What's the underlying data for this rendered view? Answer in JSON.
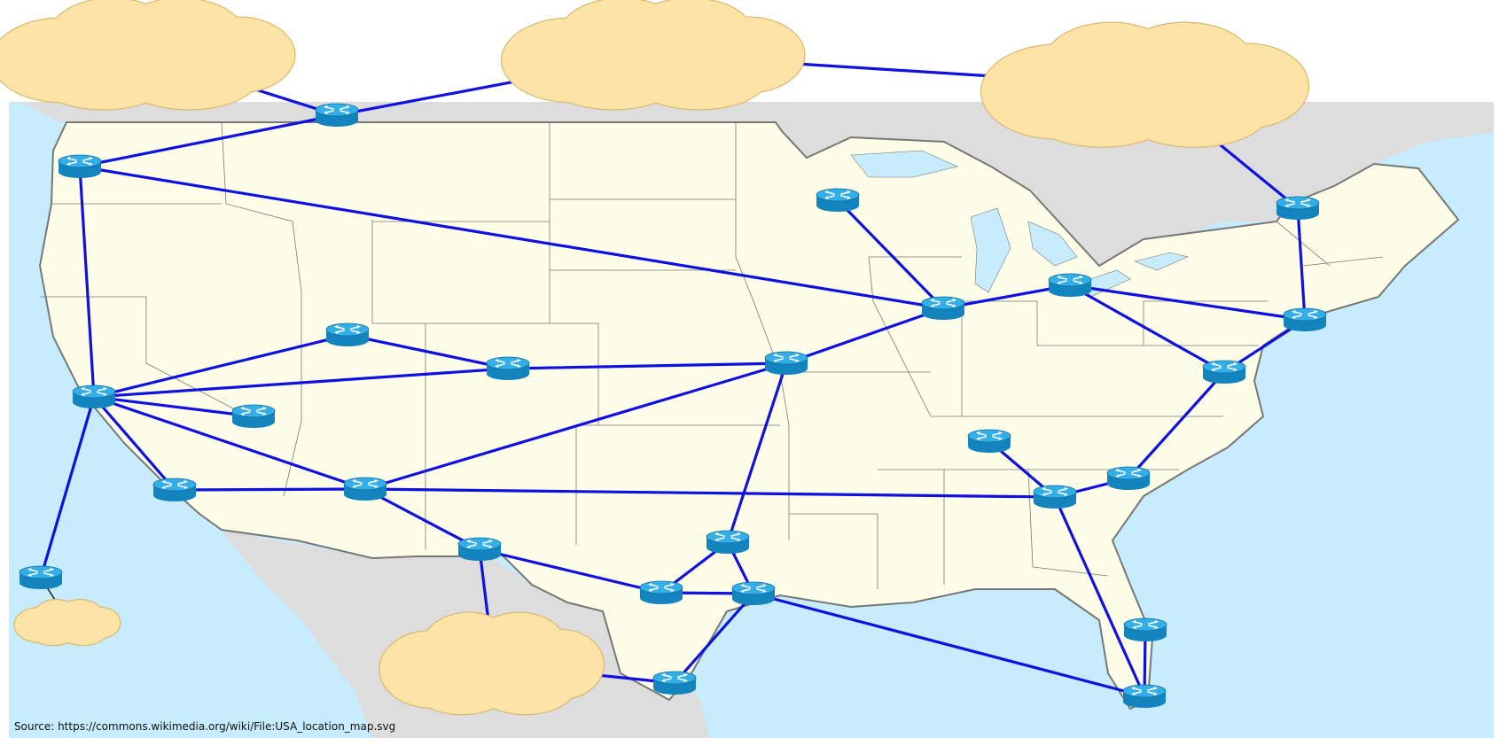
{
  "source_credit": "Source: https://commons.wikimedia.org/wiki/File:USA_location_map.svg",
  "colors": {
    "ocean": "#c6ecfd",
    "land": "#fefde8",
    "foreign_land": "#dddddd",
    "border": "#777777",
    "link": "#1010e0",
    "cloud_fill": "#fde3a6",
    "cloud_stroke": "#d8b870",
    "router_top": "#33aee6",
    "router_side": "#1484bf"
  },
  "icons": {
    "router": "router-icon",
    "cloud": "cloud-icon"
  },
  "routers": [
    {
      "id": "seattle"
    },
    {
      "id": "montana-north"
    },
    {
      "id": "sf-bay"
    },
    {
      "id": "los-angeles"
    },
    {
      "id": "hawaii"
    },
    {
      "id": "salt-lake"
    },
    {
      "id": "nevada"
    },
    {
      "id": "denver"
    },
    {
      "id": "phoenix"
    },
    {
      "id": "el-paso"
    },
    {
      "id": "kansas-city"
    },
    {
      "id": "minneapolis"
    },
    {
      "id": "chicago"
    },
    {
      "id": "detroit"
    },
    {
      "id": "dallas"
    },
    {
      "id": "austin"
    },
    {
      "id": "houston"
    },
    {
      "id": "san-antonio"
    },
    {
      "id": "nashville"
    },
    {
      "id": "atlanta"
    },
    {
      "id": "charlotte"
    },
    {
      "id": "washington"
    },
    {
      "id": "new-york"
    },
    {
      "id": "boston-north"
    },
    {
      "id": "orlando"
    },
    {
      "id": "miami"
    }
  ],
  "clouds": [
    {
      "id": "cloud-nw"
    },
    {
      "id": "cloud-north-central"
    },
    {
      "id": "cloud-ne"
    },
    {
      "id": "cloud-hawaii"
    },
    {
      "id": "cloud-mexico"
    }
  ],
  "links": [
    [
      "cloud-nw",
      "montana-north"
    ],
    [
      "montana-north",
      "cloud-north-central"
    ],
    [
      "montana-north",
      "seattle"
    ],
    [
      "cloud-north-central",
      "cloud-ne"
    ],
    [
      "cloud-ne",
      "boston-north"
    ],
    [
      "boston-north",
      "new-york"
    ],
    [
      "seattle",
      "chicago"
    ],
    [
      "seattle",
      "sf-bay"
    ],
    [
      "minneapolis",
      "chicago"
    ],
    [
      "chicago",
      "detroit"
    ],
    [
      "detroit",
      "new-york"
    ],
    [
      "detroit",
      "washington"
    ],
    [
      "new-york",
      "washington"
    ],
    [
      "washington",
      "charlotte"
    ],
    [
      "chicago",
      "kansas-city"
    ],
    [
      "sf-bay",
      "salt-lake"
    ],
    [
      "salt-lake",
      "denver"
    ],
    [
      "sf-bay",
      "denver"
    ],
    [
      "denver",
      "kansas-city"
    ],
    [
      "sf-bay",
      "nevada"
    ],
    [
      "sf-bay",
      "los-angeles"
    ],
    [
      "sf-bay",
      "phoenix"
    ],
    [
      "sf-bay",
      "hawaii"
    ],
    [
      "los-angeles",
      "phoenix"
    ],
    [
      "phoenix",
      "kansas-city"
    ],
    [
      "phoenix",
      "atlanta"
    ],
    [
      "phoenix",
      "el-paso"
    ],
    [
      "kansas-city",
      "dallas"
    ],
    [
      "el-paso",
      "cloud-mexico"
    ],
    [
      "el-paso",
      "austin"
    ],
    [
      "austin",
      "dallas"
    ],
    [
      "austin",
      "houston"
    ],
    [
      "dallas",
      "houston"
    ],
    [
      "houston",
      "san-antonio"
    ],
    [
      "cloud-mexico",
      "san-antonio"
    ],
    [
      "houston",
      "miami"
    ],
    [
      "nashville",
      "atlanta"
    ],
    [
      "atlanta",
      "charlotte"
    ],
    [
      "atlanta",
      "miami"
    ],
    [
      "orlando",
      "miami"
    ]
  ]
}
